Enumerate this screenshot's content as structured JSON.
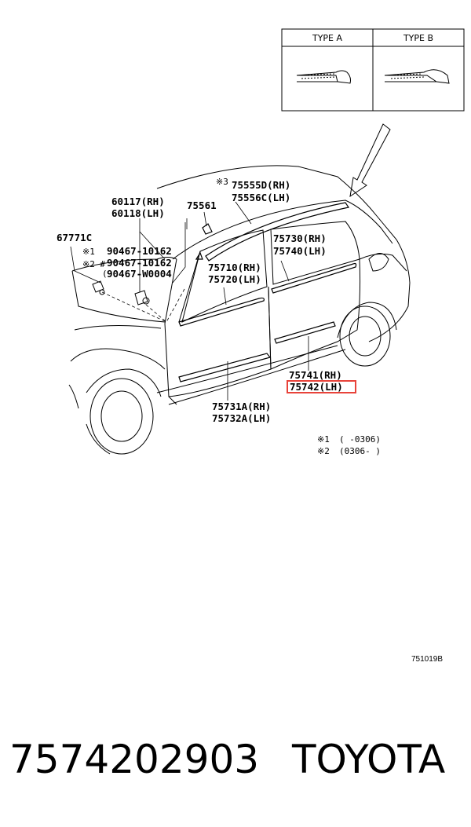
{
  "type_box": {
    "col_a": "TYPE A",
    "col_b": "TYPE B"
  },
  "labels": {
    "p75555d": "75555D(RH)",
    "p75556c": "75556C(LH)",
    "mark3": "※3",
    "p60117": "60117(RH)",
    "p60118": "60118(LH)",
    "p75561": "75561",
    "p67771c": "67771C",
    "p90467_1": "90467-10162",
    "p90467_2": "90467-10162",
    "p90467_3": "90467-W0004",
    "mark1": "※1",
    "mark2": "※2 #",
    "p75730": "75730(RH)",
    "p75740": "75740(LH)",
    "p75710": "75710(RH)",
    "p75720": "75720(LH)",
    "p75741": "75741(RH)",
    "p75742": "75742(LH)",
    "p75731a": "75731A(RH)",
    "p75732a": "75732A(LH)"
  },
  "notes": {
    "n1_mark": "※1",
    "n1_range": "(      -0306)",
    "n2_mark": "※2",
    "n2_range": "(0306-      )"
  },
  "diagram_code": "751019B",
  "footer": {
    "part_number": "7574202903",
    "brand": "TOYOTA"
  },
  "colors": {
    "highlight": "#e8433a",
    "line": "#000000"
  }
}
